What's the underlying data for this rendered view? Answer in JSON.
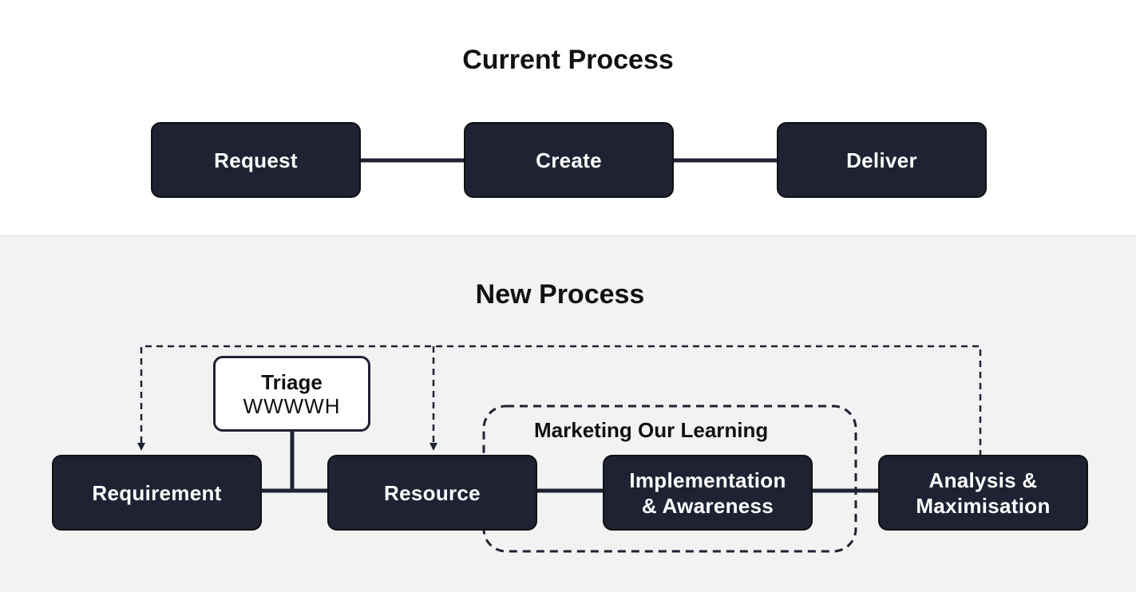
{
  "current_process": {
    "title": "Current Process",
    "steps": [
      "Request",
      "Create",
      "Deliver"
    ]
  },
  "new_process": {
    "title": "New Process",
    "steps": {
      "requirement": "Requirement",
      "resource": "Resource",
      "implementation": [
        "Implementation",
        "& Awareness"
      ],
      "analysis": [
        "Analysis &",
        "Maximisation"
      ]
    },
    "triage": {
      "title": "Triage",
      "subtitle": "WWWWH"
    },
    "group_label": "Marketing Our Learning"
  },
  "colors": {
    "box_fill": "#1e2233",
    "box_text": "#ffffff",
    "top_background": "#ffffff",
    "bottom_background": "#f2f2f2",
    "connector": "#1e2233"
  }
}
